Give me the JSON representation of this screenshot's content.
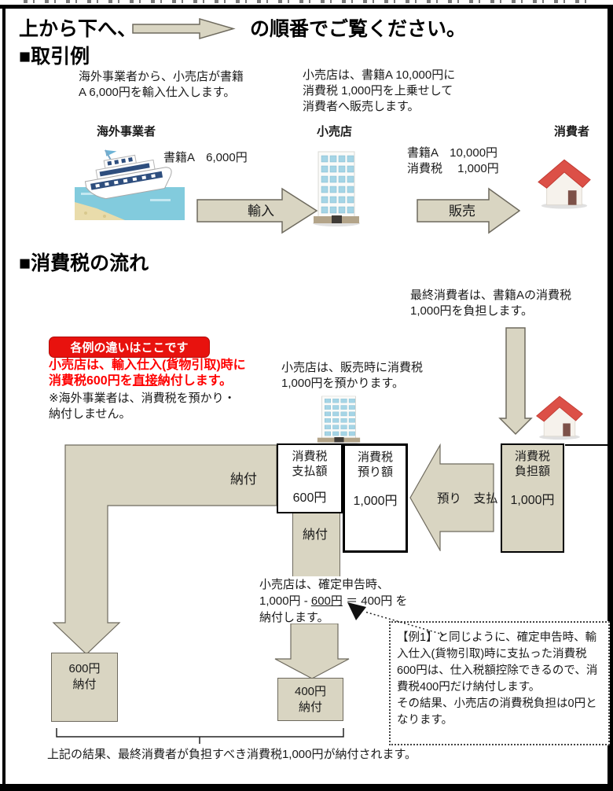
{
  "header": {
    "title_prefix": "上から下へ、",
    "title_suffix": "の順番でご覧ください。"
  },
  "transaction": {
    "heading": "■取引例",
    "intro_left": "海外事業者から、小売店が書籍\nA  6,000円を輸入仕入します。",
    "intro_right": "小売店は、書籍A 10,000円に\n消費税 1,000円を上乗せして\n消費者へ販売します。",
    "entity_overseas": "海外事業者",
    "entity_retail": "小売店",
    "entity_consumer": "消費者",
    "price_import": "書籍A　6,000円",
    "price_sale": "書籍A　10,000円\n消費税　 1,000円",
    "arrow_import_label": "輸入",
    "arrow_sale_label": "販売"
  },
  "flow": {
    "heading": "■消費税の流れ",
    "consumer_note": "最終消費者は、書籍Aの消費税\n1,000円を負担します。",
    "badge_label": "各例の違いはここです",
    "red_note_line1": "小売店は、輸入仕入(貨物引取)時に",
    "red_note_line2_pre": "消費税600円を",
    "red_note_line2_u": "直接",
    "red_note_line2_post": "納付します。",
    "supplier_note": "※海外事業者は、消費税を預かり・\n納付しません。",
    "retail_note": "小売店は、販売時に消費税\n1,000円を預かります。",
    "nofu_left": "納付",
    "nofu_mid": "納付",
    "box_paid_title": "消費税\n支払額",
    "box_paid_amount": "600円",
    "box_kept_title": "消費税\n預り額",
    "box_kept_amount": "1,000円",
    "azukari_shiharai": "預り　支払",
    "box_burden_title": "消費税\n負担額",
    "box_burden_amount": "1,000円",
    "settle_line1": "小売店は、確定申告時、",
    "settle_line2_pre": "1,000円 - ",
    "settle_line2_u": "600円",
    "settle_line2_post": " ＝ 400円 を",
    "settle_line3": "納付します。",
    "box_600": "600円\n納付",
    "box_400": "400円\n納付",
    "example_note": "【例1】と同じように、確定申告時、輸入仕入(貨物引取)時に支払った消費税600円は、仕入税額控除できるので、消費税400円だけ納付します。\nその結果、小売店の消費税負担は0円となります。",
    "footer_note": "上記の結果、最終消費者が負担すべき消費税1,000円が納付されます。"
  },
  "colors": {
    "accent_red": "#e8120e",
    "text_red": "#ff0000",
    "shape_fill": "#d9d5c2",
    "shape_stroke": "#6e6a5e"
  }
}
